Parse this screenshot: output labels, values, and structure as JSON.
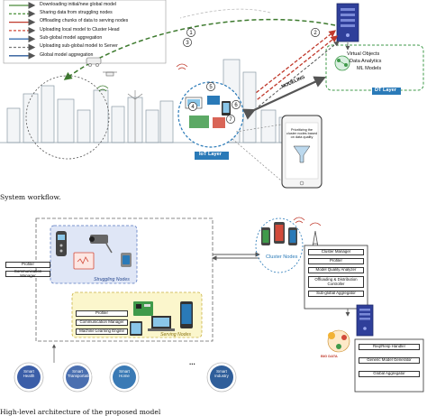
{
  "legend": {
    "items": [
      "Downloading initial/new global model",
      "Sharing data from struggling nodes",
      "Offloading chunks of data to serving nodes",
      "Uploading local model to Cluster Head",
      "Sub-global model aggregation",
      "Uploading sub-global model to Server",
      "Global model aggregation"
    ],
    "colors": [
      "#4a8a3a",
      "#5a9a4a",
      "#c0392b",
      "#d24a3a",
      "#3a6fb0",
      "#7a7a7a",
      "#2a5a9a"
    ]
  },
  "step_numbers": [
    "1",
    "2",
    "3",
    "4",
    "5",
    "6",
    "7"
  ],
  "fig1": {
    "dt_items": [
      "Virtual Objects",
      "Data Analytics",
      "ML Models"
    ],
    "dt_layer": "DT Layer",
    "iot_layer": "IoT Layer",
    "modeling": "MODELING",
    "phone_text": "Prioritizing the cluster nodes based on data quality",
    "caption": "System workflow."
  },
  "fig2": {
    "struggling_label": "Struggling Nodes",
    "serving_label": "Serving Nodes",
    "cluster_label": "Cluster Nodes",
    "struggling_modules": [
      "Profiler",
      "Communication Manager"
    ],
    "serving_modules": [
      "Profiler",
      "Communication Manager",
      "Machine Learning Engine"
    ],
    "cluster_modules": [
      "Cluster Manager",
      "Profiler",
      "Model Quality Analyzer",
      "Offloading & Distribution Controller",
      "Sub-global Aggregator"
    ],
    "server_modules": [
      "Req/Resp Handler",
      "Generic Model Generator",
      "Global Aggregator"
    ],
    "bigdata": "BIG DATA",
    "apps": [
      {
        "name": "Smart Health",
        "color": "#3b5ea8"
      },
      {
        "name": "Smart Transportation",
        "color": "#4a6fb0"
      },
      {
        "name": "Smart Home",
        "color": "#3a7ab5"
      },
      {
        "name": "Smart Industry",
        "color": "#2f5e9a"
      }
    ],
    "ellipsis": "...",
    "caption": "High-level architecture of the proposed model"
  },
  "colors": {
    "accent_blue": "#2a7ab8",
    "struggling_bg": "#dfe6f6",
    "serving_bg": "#fbf6cc",
    "green_arrow": "#3d7a2e",
    "red_arrow": "#c0392b"
  }
}
